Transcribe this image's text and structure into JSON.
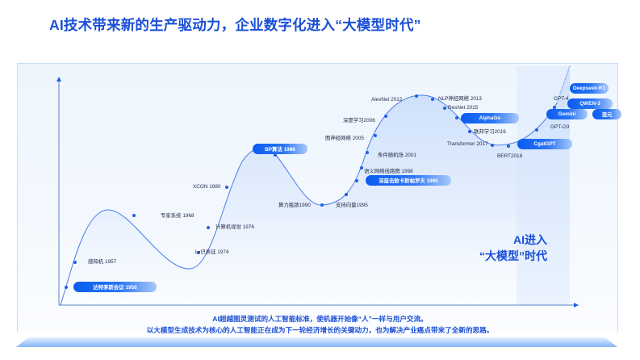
{
  "header": {
    "title": "AI技术带来新的生产驱动力，企业数字化进入“大模型时代”"
  },
  "chart": {
    "era_line1": "AI进入",
    "era_line2": "“大模型”时代",
    "milestones": [
      {
        "label": "达特茅斯会议 1956",
        "style": "pill"
      },
      {
        "label": "感知机 1957",
        "style": "text"
      },
      {
        "label": "专家系统 1968",
        "style": "text"
      },
      {
        "label": "1=识表征 1974",
        "style": "text"
      },
      {
        "label": "计算机视觉 1976",
        "style": "text"
      },
      {
        "label": "XCON 1980",
        "style": "text"
      },
      {
        "label": "BP算法 1986",
        "style": "pill"
      },
      {
        "label": "算力瓶颈1990",
        "style": "text"
      },
      {
        "label": "支持向量1995",
        "style": "text"
      },
      {
        "label": "深蓝击败卡斯帕罗夫 1995",
        "style": "pill"
      },
      {
        "label": "语义网络线路图 1998",
        "style": "text"
      },
      {
        "label": "条件随机场 2001",
        "style": "text"
      },
      {
        "label": "图神经网络 2005",
        "style": "text"
      },
      {
        "label": "深度学习2006",
        "style": "text"
      },
      {
        "label": "AlexNet 2012",
        "style": "text"
      },
      {
        "label": "NLP神经网络 2013",
        "style": "text"
      },
      {
        "label": "ResNet 2015",
        "style": "text"
      },
      {
        "label": "AlphaGo",
        "style": "pill"
      },
      {
        "label": "联邦学习2016",
        "style": "text"
      },
      {
        "label": "Transformer 2017",
        "style": "text"
      },
      {
        "label": "BERT2018",
        "style": "text"
      },
      {
        "label": "CgatGPT",
        "style": "pill"
      },
      {
        "label": "GPT-O3",
        "style": "text"
      },
      {
        "label": "Gemini",
        "style": "pill"
      },
      {
        "label": "GPT-4",
        "style": "text"
      },
      {
        "label": "QWEN-3",
        "style": "pill"
      },
      {
        "label": "混元",
        "style": "pill"
      },
      {
        "label": "Deepseek-R1",
        "style": "pill"
      }
    ]
  },
  "footer": {
    "line1": "AI超越图灵测试的人工智能标准，使机器开始像“人”一样与用户交流。",
    "line2": "以大模型生成技术为核心的人工智能正在成为下一轮经济增长的关键动力，也为解决产业痛点带来了全新的思路。"
  },
  "colors": {
    "accent": "#1a4fd6",
    "curve": "#4a7de8",
    "dot": "#1f5fe6",
    "pill_start": "#0a5cf0",
    "pill_end": "#a9c9fb"
  }
}
